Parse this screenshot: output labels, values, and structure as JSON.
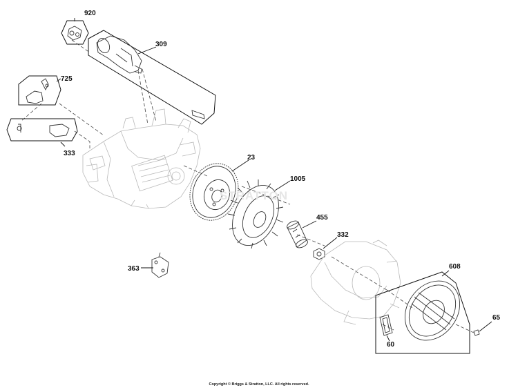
{
  "diagram": {
    "callouts": [
      {
        "id": "920",
        "label": "920"
      },
      {
        "id": "309",
        "label": "309"
      },
      {
        "id": "725",
        "label": "725"
      },
      {
        "id": "333",
        "label": "333"
      },
      {
        "id": "23",
        "label": "23"
      },
      {
        "id": "1005",
        "label": "1005"
      },
      {
        "id": "455",
        "label": "455"
      },
      {
        "id": "332",
        "label": "332"
      },
      {
        "id": "363",
        "label": "363"
      },
      {
        "id": "608",
        "label": "608"
      },
      {
        "id": "65",
        "label": "65"
      },
      {
        "id": "60",
        "label": "60"
      }
    ],
    "watermark": "STRATTON",
    "copyright": "Copyright © Briggs & Stratton, LLC. All rights reserved."
  }
}
